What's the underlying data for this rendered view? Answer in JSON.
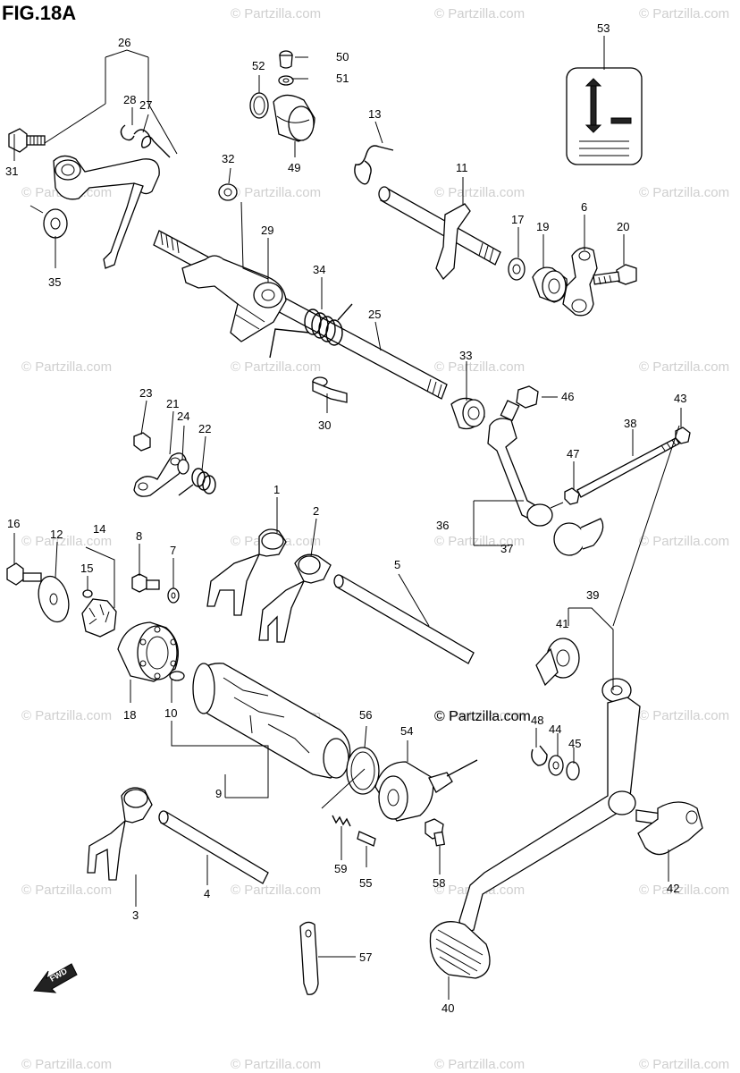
{
  "figure": {
    "title": "FIG.18A"
  },
  "watermark": {
    "text": "© Partzilla.com"
  },
  "copyright": {
    "text": "© Partzilla.com"
  },
  "fwd_label": "FWD",
  "colors": {
    "ink": "#000000",
    "watermark": "#cfcfcf",
    "background": "#ffffff"
  },
  "callouts": {
    "c1": "1",
    "c2": "2",
    "c3": "3",
    "c4": "4",
    "c5": "5",
    "c6": "6",
    "c7": "7",
    "c8": "8",
    "c9": "9",
    "c10": "10",
    "c11": "11",
    "c12": "12",
    "c13": "13",
    "c14": "14",
    "c15": "15",
    "c16": "16",
    "c17": "17",
    "c18": "18",
    "c19": "19",
    "c20": "20",
    "c21": "21",
    "c22": "22",
    "c23": "23",
    "c24": "24",
    "c25": "25",
    "c26": "26",
    "c27": "27",
    "c28": "28",
    "c29": "29",
    "c30": "30",
    "c31": "31",
    "c32": "32",
    "c33": "33",
    "c34": "34",
    "c35": "35",
    "c36": "36",
    "c37": "37",
    "c38": "38",
    "c39": "39",
    "c40": "40",
    "c41": "41",
    "c42": "42",
    "c43": "43",
    "c44": "44",
    "c45": "45",
    "c46": "46",
    "c47": "47",
    "c48": "48",
    "c49": "49",
    "c50": "50",
    "c51": "51",
    "c52": "52",
    "c53": "53",
    "c54": "54",
    "c55": "55",
    "c56": "56",
    "c57": "57",
    "c58": "58",
    "c59": "59"
  }
}
